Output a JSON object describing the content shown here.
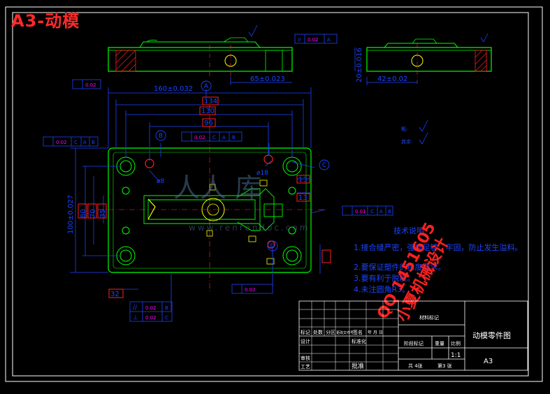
{
  "title": "A3-动模",
  "dims": {
    "d160": "160±0.032",
    "d134": "134",
    "d130": "130",
    "d96": "96",
    "d65": "65±0.023",
    "d42": "42±0.02",
    "d20": "20±0.016",
    "d100": "100±0.027",
    "d80": "80",
    "d70": "70",
    "d35": "35",
    "d32": "32",
    "d13a": "13",
    "d13b": "13",
    "d18": "ø18",
    "d8": "ø8"
  },
  "datums": {
    "a": "A",
    "b": "B",
    "c": "C",
    "d": "D"
  },
  "frames": {
    "flatness_top": [
      "//",
      "0.02",
      "A"
    ],
    "flat_small": [
      "0.02"
    ],
    "pos_left": [
      "0.02",
      "C",
      "A",
      "B"
    ],
    "pos_mid": [
      "0.02",
      "C",
      "A",
      "B"
    ],
    "pos_right": [
      "0.01",
      "C",
      "A",
      "B"
    ],
    "pos_bottom": [
      "0.02"
    ],
    "parallel": [
      "//",
      "0.02",
      "B"
    ],
    "perp": [
      "⊥",
      "0.02",
      "C"
    ]
  },
  "roughness": {
    "r1": "粗:",
    "r2": "其余:"
  },
  "notes": {
    "heading": "技术说明",
    "items": [
      "1.接合缝严密，强度足够，牢固，防止发生溢料。",
      "2.要保证塑件的精度要求。",
      "3.要有利于脱模。",
      "4.未注圆角R3。"
    ]
  },
  "watermark": {
    "qq": "QQ 1451605",
    "brand": "小夏机械设计",
    "logo": "人人 库",
    "url": "www.renrendoc.com"
  },
  "titleblock": {
    "material": "材料标记",
    "part_name": "动模零件图",
    "sheet": "A3",
    "headers": [
      "标记",
      "处数",
      "分区",
      "更改文件号",
      "签名",
      "年 月 日"
    ],
    "design": "设计",
    "standard": "标准化",
    "review": "审核",
    "craft": "工艺",
    "approve": "批准",
    "stage": "阶段标记",
    "weight": "重量",
    "scale_label": "比例",
    "scale": "1:1",
    "total": "共 4张",
    "page": "第3 张"
  },
  "colors": {
    "frame": "#ffffff",
    "dimension": "#1a44ff",
    "part": "#00ff00",
    "accent": "#ff2020",
    "center": "#ff3030",
    "tolerance": "#ff00ff",
    "yellow": "#ffff00"
  }
}
